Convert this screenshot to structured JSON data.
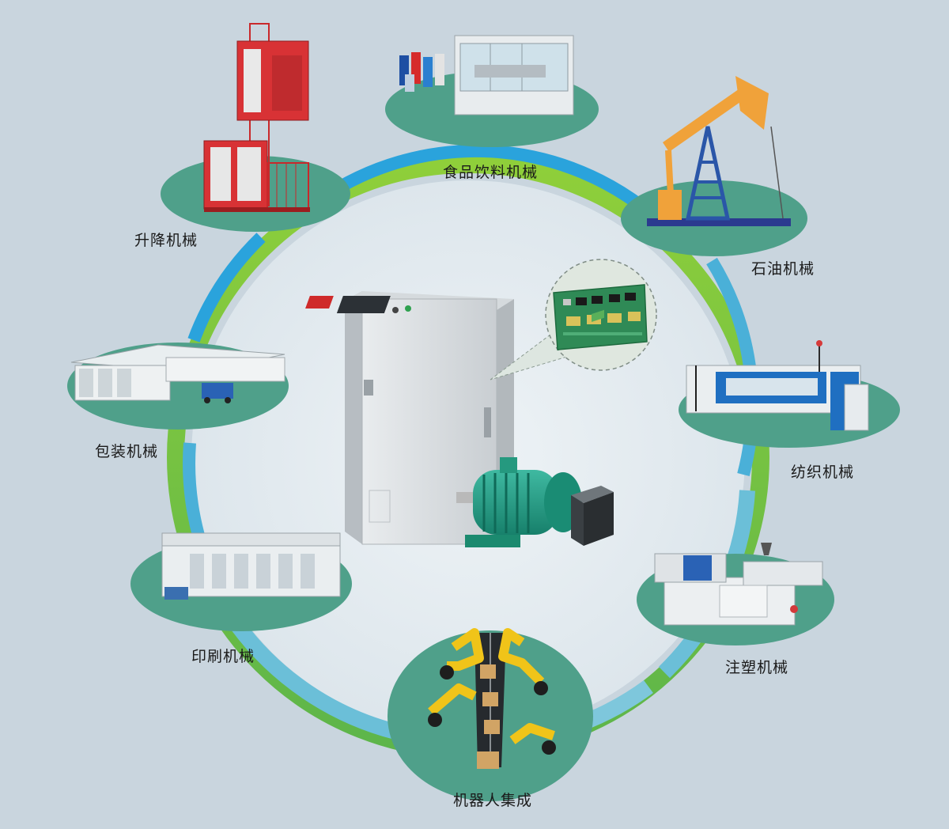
{
  "center": {
    "items": [
      "control-cabinet",
      "circuit-board",
      "electric-motor",
      "frequency-drive"
    ]
  },
  "applications": [
    {
      "id": "food",
      "label": "食品饮料机械",
      "icon": "bottling-line-icon"
    },
    {
      "id": "petroleum",
      "label": "石油机械",
      "icon": "pumpjack-icon"
    },
    {
      "id": "textile",
      "label": "纺织机械",
      "icon": "loom-icon"
    },
    {
      "id": "injection",
      "label": "注塑机械",
      "icon": "injection-molder-icon"
    },
    {
      "id": "robot",
      "label": "机器人集成",
      "icon": "robot-arm-icon"
    },
    {
      "id": "printing",
      "label": "印刷机械",
      "icon": "printing-press-icon"
    },
    {
      "id": "packaging",
      "label": "包装机械",
      "icon": "packaging-machine-icon"
    },
    {
      "id": "hoist",
      "label": "升降机械",
      "icon": "construction-hoist-icon"
    }
  ],
  "colors": {
    "background": "#c9d5de",
    "inner_background": "#e4ebf0",
    "ring_green": "#7cc243",
    "ring_blue": "#2aa3dc",
    "ring_light_blue": "#6bbfd8",
    "platform": "#4fa08a"
  }
}
